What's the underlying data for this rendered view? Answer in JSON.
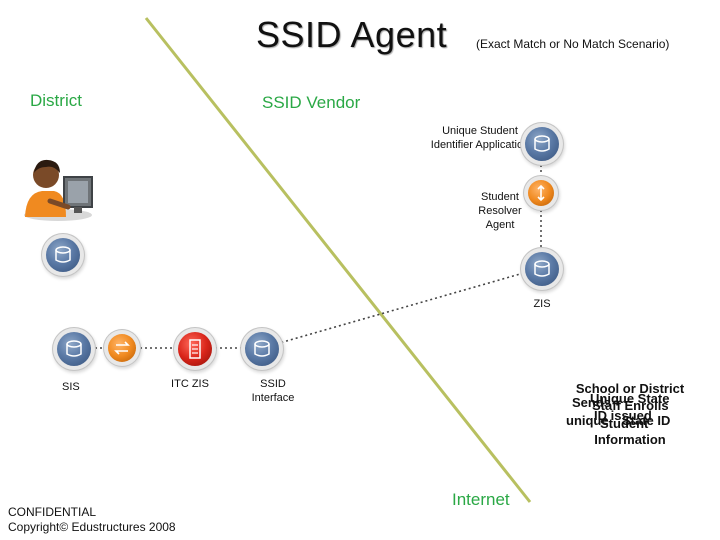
{
  "title": {
    "main": "SSID Agent",
    "subtitle": "(Exact Match or No Match Scenario)"
  },
  "regions": {
    "district": "District",
    "vendor": "SSID Vendor",
    "internet": "Internet"
  },
  "nodes": {
    "unique_student_app": "Unique Student Identifier Application",
    "resolver_agent": "Student Resolver Agent",
    "zis_vendor": "ZIS",
    "sis": "SIS",
    "itc_zis": "ITC ZIS",
    "ssid_interface": "SSID Interface"
  },
  "overlap_text": {
    "line1": "School or District",
    "line2a": "Sends",
    "line2b": "Unique State",
    "line2c": "Staff Enrolls",
    "line3a": "unique",
    "line3b": "ID issued",
    "line3c": "Student",
    "line3d": "State ID",
    "line4": "Information"
  },
  "footer": {
    "confidential": "CONFIDENTIAL",
    "copyright": "Copyright© Edustructures 2008"
  },
  "icons": {
    "person": "person-at-computer-icon",
    "database": "database-icon",
    "sync": "bidirectional-arrows-icon",
    "server": "server-icon"
  },
  "colors": {
    "region_label": "#2aa845",
    "divider": "#b8c060",
    "dotted_line": "#444444",
    "orb_blue": "#5b7aa6",
    "orb_orange": "#f08a20",
    "orb_red": "#d9251a"
  }
}
